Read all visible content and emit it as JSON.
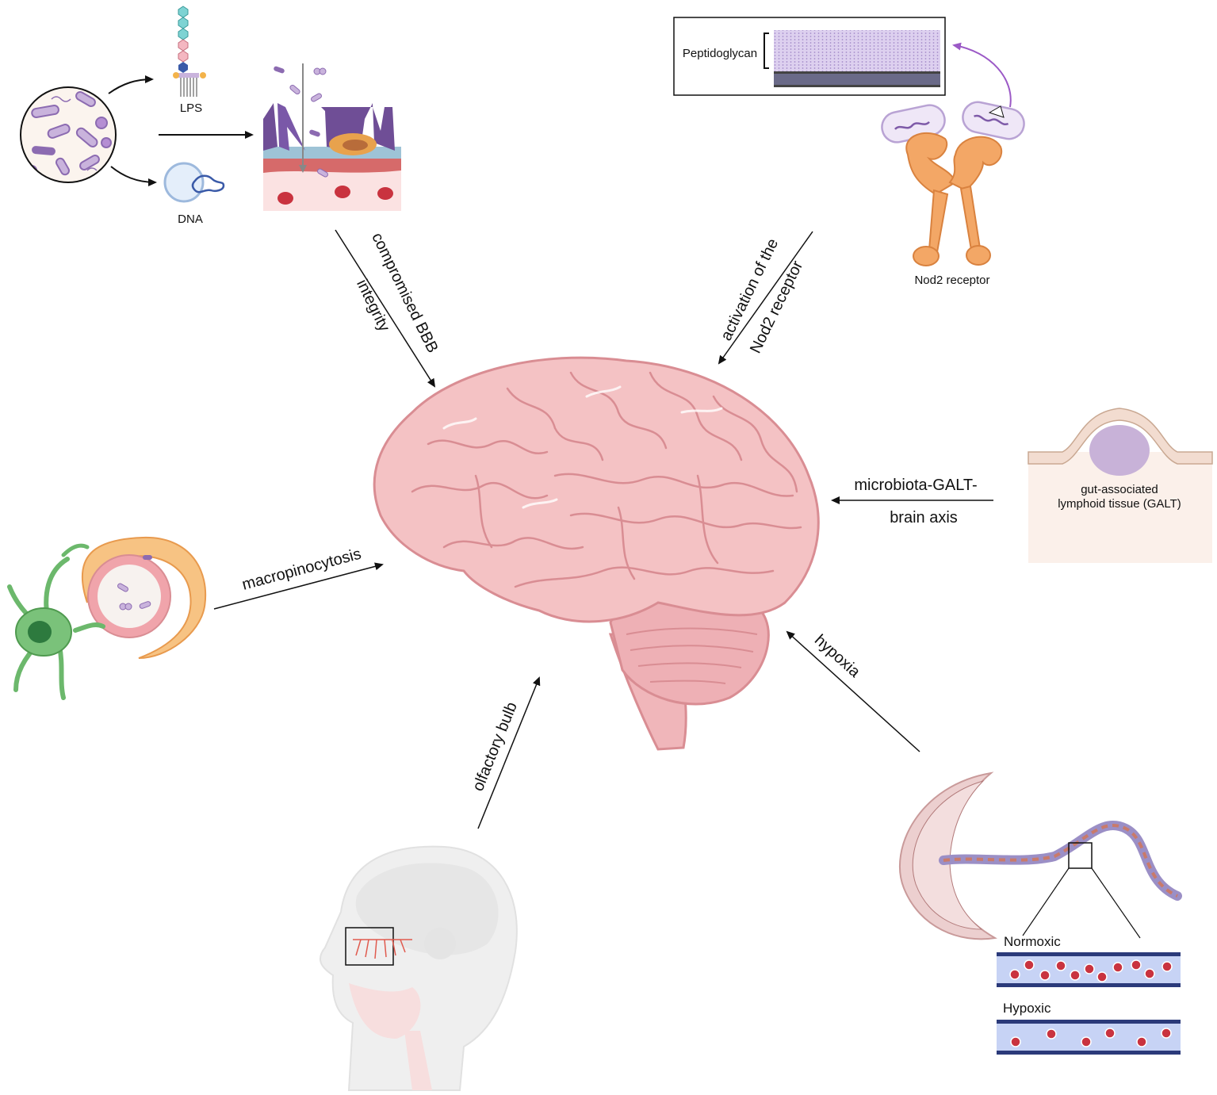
{
  "labels": {
    "lps": "LPS",
    "dna": "DNA",
    "peptidoglycan": "Peptidoglycan",
    "nod2_receptor": "Nod2 receptor",
    "galt_line1": "gut-associated",
    "galt_line2": "lymphoid tissue (GALT)",
    "normoxic": "Normoxic",
    "hypoxic": "Hypoxic"
  },
  "pathways": {
    "bbb_line1": "compromised BBB",
    "bbb_line2": "integrity",
    "nod2_line1": "activation of the",
    "nod2_line2": "Nod2 receptor",
    "galt_line1": "microbiota-GALT-",
    "galt_line2": "brain axis",
    "macropinocytosis": "macropinocytosis",
    "olfactory": "olfactory bulb",
    "hypoxia": "hypoxia"
  },
  "colors": {
    "brain": "#f4c2c4",
    "brain_outline": "#d98d93",
    "bacteria": "#c9b3dc",
    "bacteria_outline": "#8c6bb1",
    "nod2": "#f3a766",
    "galt_bg": "#fbf0ea",
    "vessel": "#c7d3f5",
    "rbc": "#c9333f",
    "arrow": "#111111",
    "purple_arrow": "#9b59c6"
  }
}
